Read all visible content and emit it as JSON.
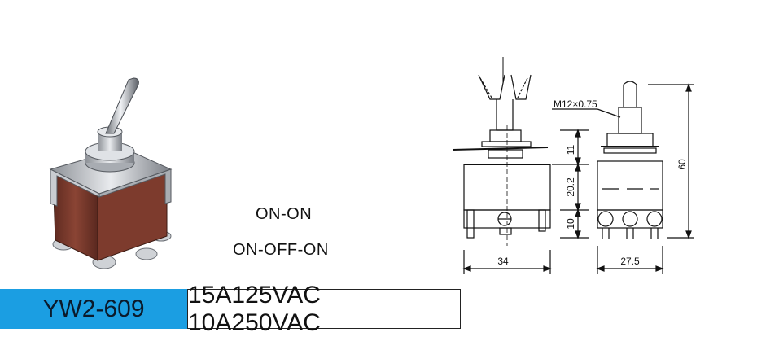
{
  "modes": [
    "ON-ON",
    "ON-OFF-ON"
  ],
  "model": "YW2-609",
  "rating": "15A125VAC 10A250VAC",
  "dimensions": {
    "thread": "M12×0.75",
    "bushing_height": "11",
    "body_height": "20.2",
    "terminal_height": "10",
    "total_height": "60",
    "front_width": "34",
    "side_width": "27.5"
  },
  "colors": {
    "model_bg": "#1b9ee2",
    "body": "#7a3a2c",
    "metal": "#b8bcc2"
  }
}
